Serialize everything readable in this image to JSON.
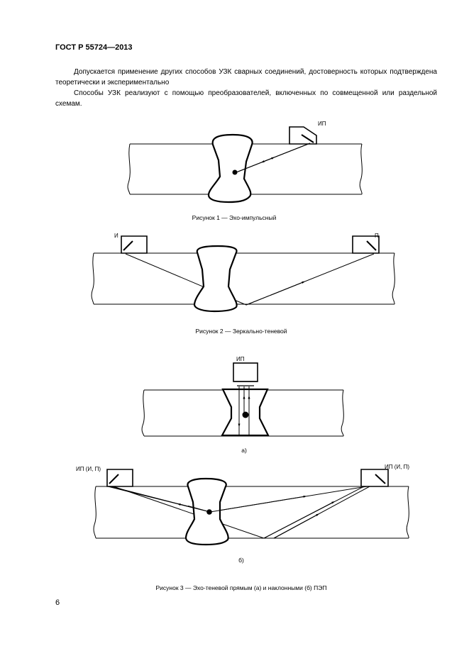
{
  "header": {
    "standard_number": "ГОСТ Р 55724—2013"
  },
  "body": {
    "paragraph_1": "Допускается применение других способов УЗК сварных соединений, достоверность которых подтверждена теоретически и экспериментально",
    "paragraph_2": "Способы УЗК реализуют с помощью преобразователей, включенных по совмещенной или раздельной схемам."
  },
  "figure_1": {
    "probe_label": "ИП",
    "caption": "Рисунок 1 — Эхо-импульсный"
  },
  "figure_2": {
    "emitter_label": "И",
    "receiver_label": "П",
    "caption": "Рисунок 2 — Зеркально-теневой"
  },
  "figure_3": {
    "a": {
      "probe_label": "ИП",
      "sublabel": "а)"
    },
    "b": {
      "left_probe_label": "ИП (И, П)",
      "right_probe_label": "ИП (И, П)",
      "sublabel": "б)"
    },
    "caption": "Рисунок 3 — Эхо-теневой прямым (а) и наклонными (б) ПЭП"
  },
  "page_number": "6"
}
